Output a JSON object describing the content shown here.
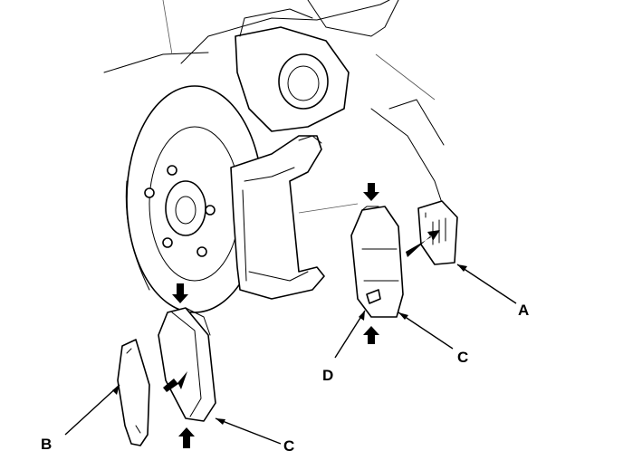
{
  "labels": {
    "a": "A",
    "b": "B",
    "c_right": "C",
    "c_left": "C",
    "d": "D"
  },
  "colors": {
    "line": "#000000",
    "background": "#ffffff"
  }
}
